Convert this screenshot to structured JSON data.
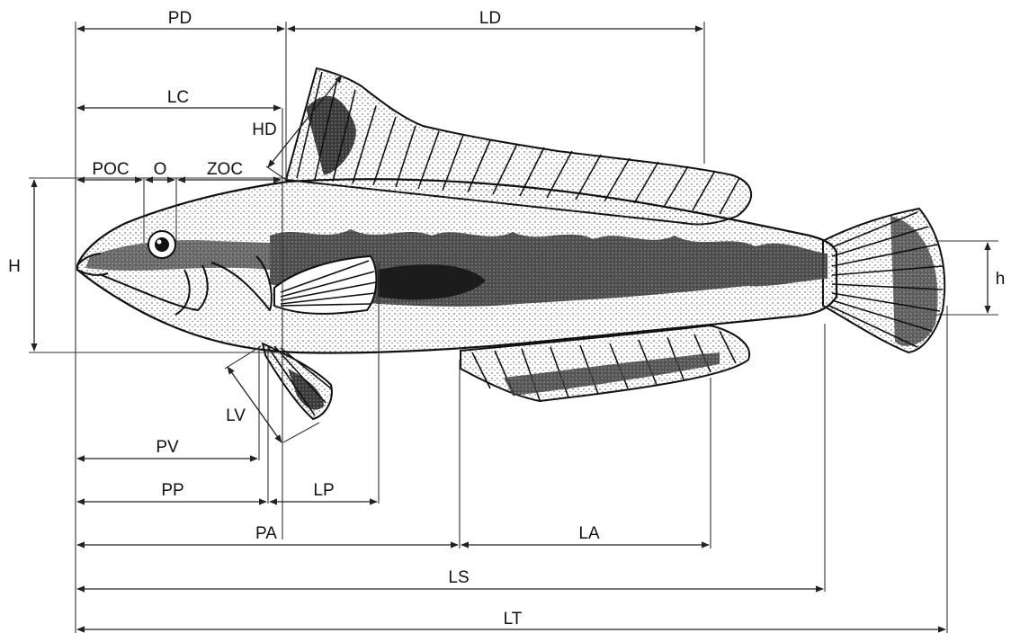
{
  "measurements": {
    "PD": "PD",
    "LD": "LD",
    "LC": "LC",
    "HD": "HD",
    "POC": "POC",
    "O": "O",
    "ZOC": "ZOC",
    "H": "H",
    "h": "h",
    "LV": "LV",
    "PV": "PV",
    "PP": "PP",
    "LP": "LP",
    "PA": "PA",
    "LA": "LA",
    "LS": "LS",
    "LT": "LT"
  },
  "colors": {
    "line": "#222222",
    "fish_dark": "#1a1a1a",
    "fish_light": "#bdbdbd",
    "background": "#ffffff"
  }
}
